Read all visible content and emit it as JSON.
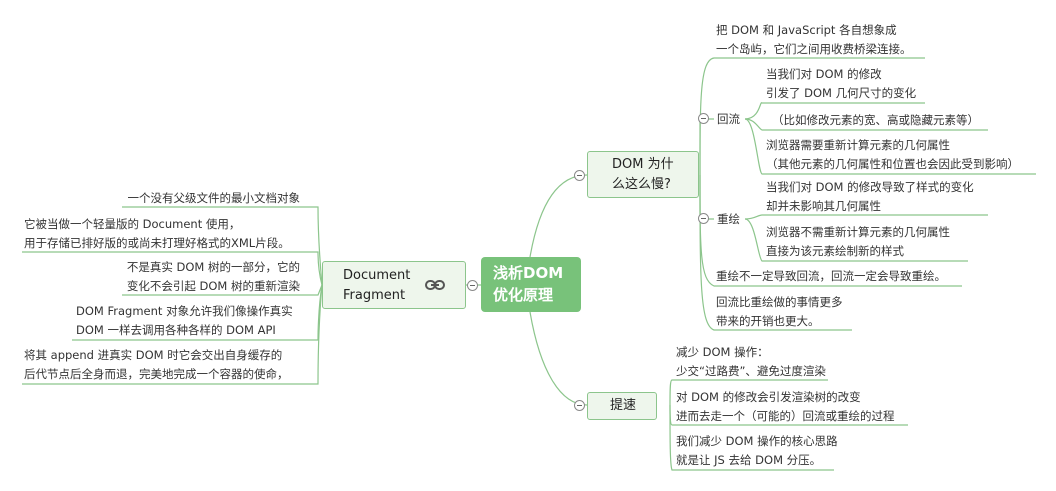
{
  "center": {
    "line1": "浅析DOM",
    "line2": "优化原理"
  },
  "left": {
    "topic": {
      "line1": "Document",
      "line2": "Fragment",
      "icon": "link-icon"
    },
    "items": [
      {
        "lines": [
          "一个没有父级文件的最小文档对象"
        ]
      },
      {
        "lines": [
          "它被当做一个轻量版的 Document 使用，",
          "用于存储已排好版的或尚未打理好格式的XML片段。"
        ]
      },
      {
        "lines": [
          "不是真实 DOM 树的一部分，它的",
          "变化不会引起 DOM 树的重新渲染"
        ]
      },
      {
        "lines": [
          "DOM Fragment 对象允许我们像操作真实",
          "DOM 一样去调用各种各样的 DOM API"
        ]
      },
      {
        "lines": [
          "将其 append 进真实 DOM 时它会交出自身缓存的",
          "后代节点后全身而退，完美地完成一个容器的使命，"
        ]
      }
    ]
  },
  "right_top": {
    "topic": {
      "line1": "DOM 为什",
      "line2": "么这么慢?"
    },
    "intro": [
      "把 DOM 和 JavaScript 各自想象成",
      "一个岛屿，它们之间用收费桥梁连接。"
    ],
    "reflow": {
      "label": "回流",
      "items": [
        [
          "当我们对 DOM 的修改",
          "引发了 DOM 几何尺寸的变化"
        ],
        [
          "（比如修改元素的宽、高或隐藏元素等）"
        ],
        [
          "浏览器需要重新计算元素的几何属性",
          "（其他元素的几何属性和位置也会因此受到影响）"
        ]
      ]
    },
    "repaint": {
      "label": "重绘",
      "items": [
        [
          "当我们对 DOM 的修改导致了样式的变化",
          "却并未影响其几何属性"
        ],
        [
          "浏览器不需重新计算元素的几何属性",
          "直接为该元素绘制新的样式"
        ]
      ]
    },
    "note1": [
      "重绘不一定导致回流，回流一定会导致重绘。"
    ],
    "note2": [
      "回流比重绘做的事情更多",
      "带来的开销也更大。"
    ]
  },
  "right_bottom": {
    "topic": "提速",
    "items": [
      [
        "减少 DOM 操作：",
        "少交“过路费”、避免过度渲染"
      ],
      [
        "对 DOM 的修改会引发渲染树的改变",
        "进而去走一个（可能的）回流或重绘的过程"
      ],
      [
        "我们减少 DOM 操作的核心思路",
        "就是让 JS 去给 DOM 分压。"
      ]
    ]
  },
  "colors": {
    "branch": "#8cc58c",
    "center": "#78c27a",
    "topic_bg": "#eef6ec"
  }
}
